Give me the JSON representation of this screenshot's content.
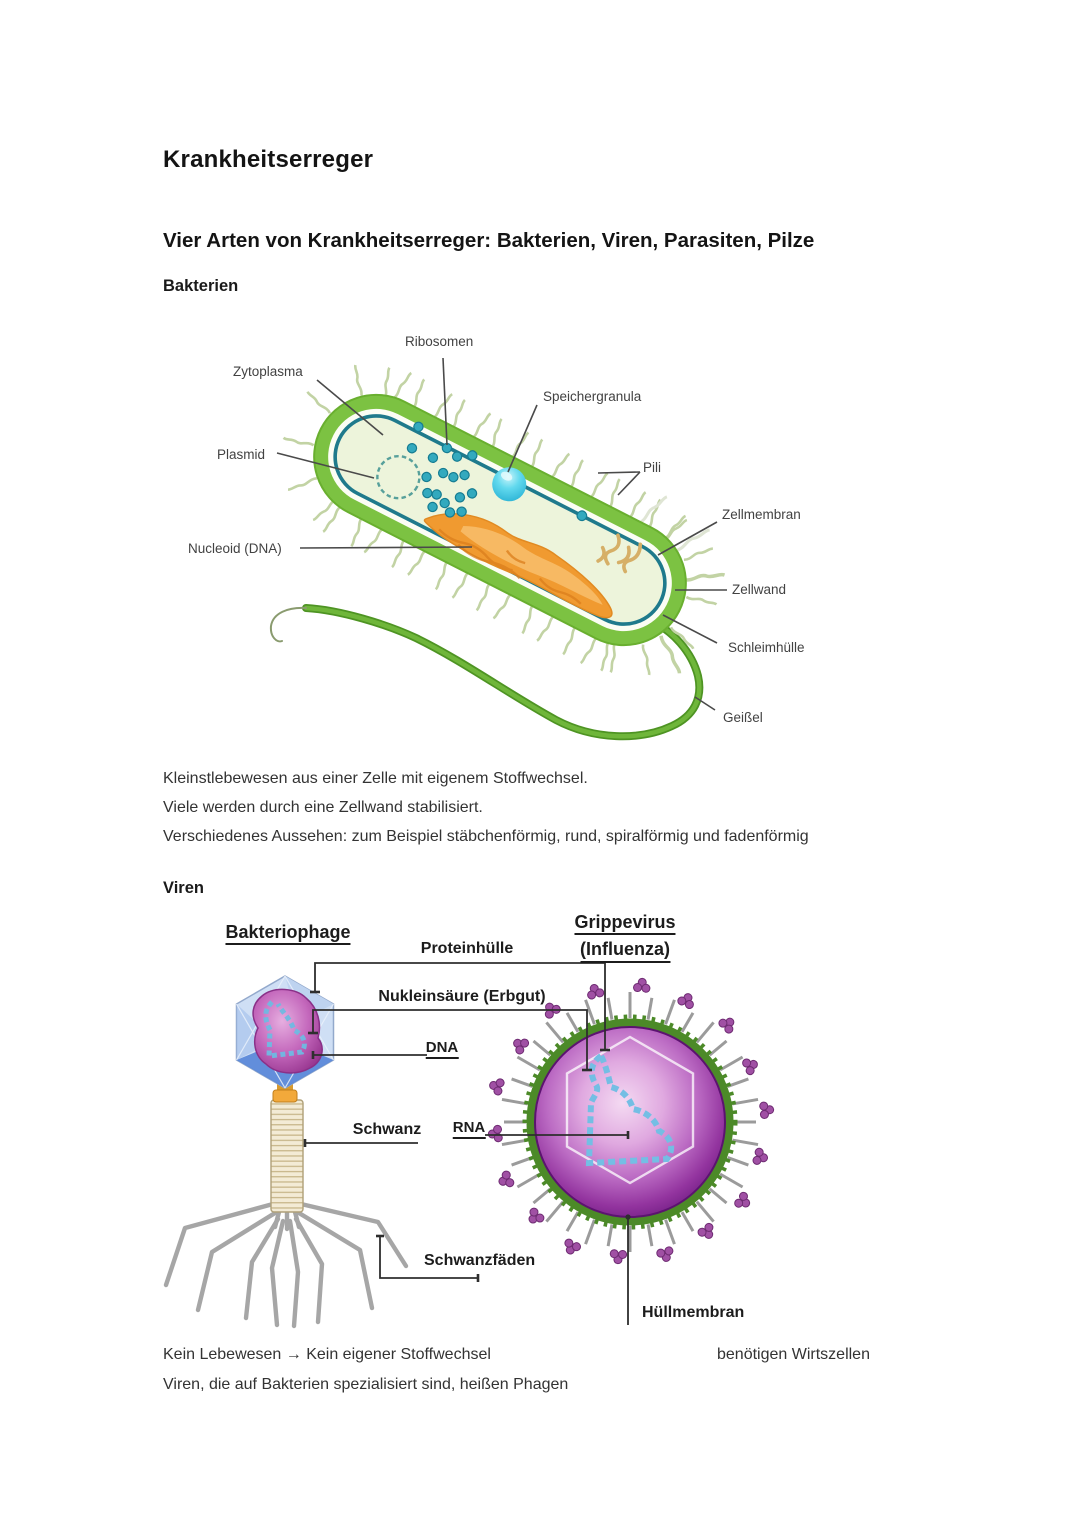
{
  "document": {
    "title": "Krankheitserreger",
    "subtitle": "Vier Arten von Krankheitserreger: Bakterien, Viren, Parasiten, Pilze"
  },
  "bakterien": {
    "heading": "Bakterien",
    "labels": {
      "ribosomen": "Ribosomen",
      "zytoplasma": "Zytoplasma",
      "speichergranula": "Speichergranula",
      "plasmid": "Plasmid",
      "pili": "Pili",
      "zellmembran": "Zellmembran",
      "nucleoid": "Nucleoid (DNA)",
      "zellwand": "Zellwand",
      "schleimhuelle": "Schleimhülle",
      "geissel": "Geißel"
    },
    "text": [
      "Kleinstlebewesen aus einer Zelle mit eigenem Stoffwechsel.",
      "Viele werden durch eine Zellwand stabilisiert.",
      "Verschiedenes Aussehen: zum Beispiel stäbchenförmig, rund, spiralförmig und fadenförmig"
    ]
  },
  "viren": {
    "heading": "Viren",
    "labels": {
      "bakteriophage": "Bakteriophage",
      "grippevirus_1": "Grippevirus",
      "grippevirus_2": "(Influenza)",
      "proteinhuelle": "Proteinhülle",
      "nukleinsaeure": "Nukleinsäure (Erbgut)",
      "dna": "DNA",
      "schwanz": "Schwanz",
      "rna": "RNA",
      "schwanzfaeden": "Schwanzfäden",
      "huellmembran": "Hüllmembran"
    },
    "text": {
      "line1_left": "Kein Lebewesen → Kein eigener Stoffwechsel",
      "line1_right": "benötigen Wirtszellen",
      "line2": "Viren, die auf Bakterien spezialisiert sind, heißen Phagen"
    }
  },
  "colors": {
    "bacterium_green": "#7CC242",
    "membrane_teal": "#1F7A8C",
    "nucleoid_orange": "#F09A30",
    "granula_cyan": "#55D4EC",
    "virus_purple": "#93349F",
    "virus_ring_green": "#4C8A28",
    "phage_blue": "#C3D6F0",
    "rna_blue": "#74BEE4"
  }
}
